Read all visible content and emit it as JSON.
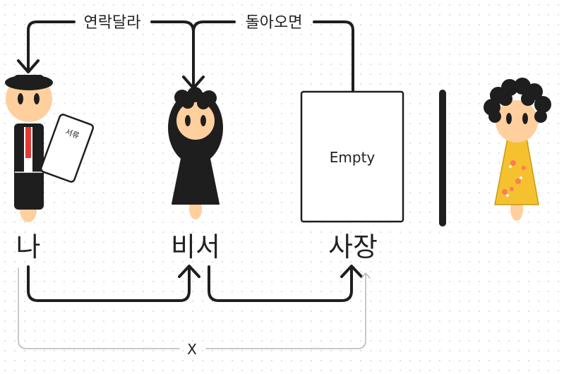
{
  "labels": {
    "contact_back": "연락달라",
    "when_returned": "돌아오면",
    "me": "나",
    "secretary": "비서",
    "boss": "사장",
    "empty": "Empty",
    "document": "서류",
    "no_direct": "X"
  },
  "colors": {
    "line": "#1e1e1e",
    "faint_line": "#b5b5b5",
    "skin": "#ffcf9e",
    "dress": "#f5c12f",
    "tie": "#e53935",
    "background": "#ffffff"
  }
}
